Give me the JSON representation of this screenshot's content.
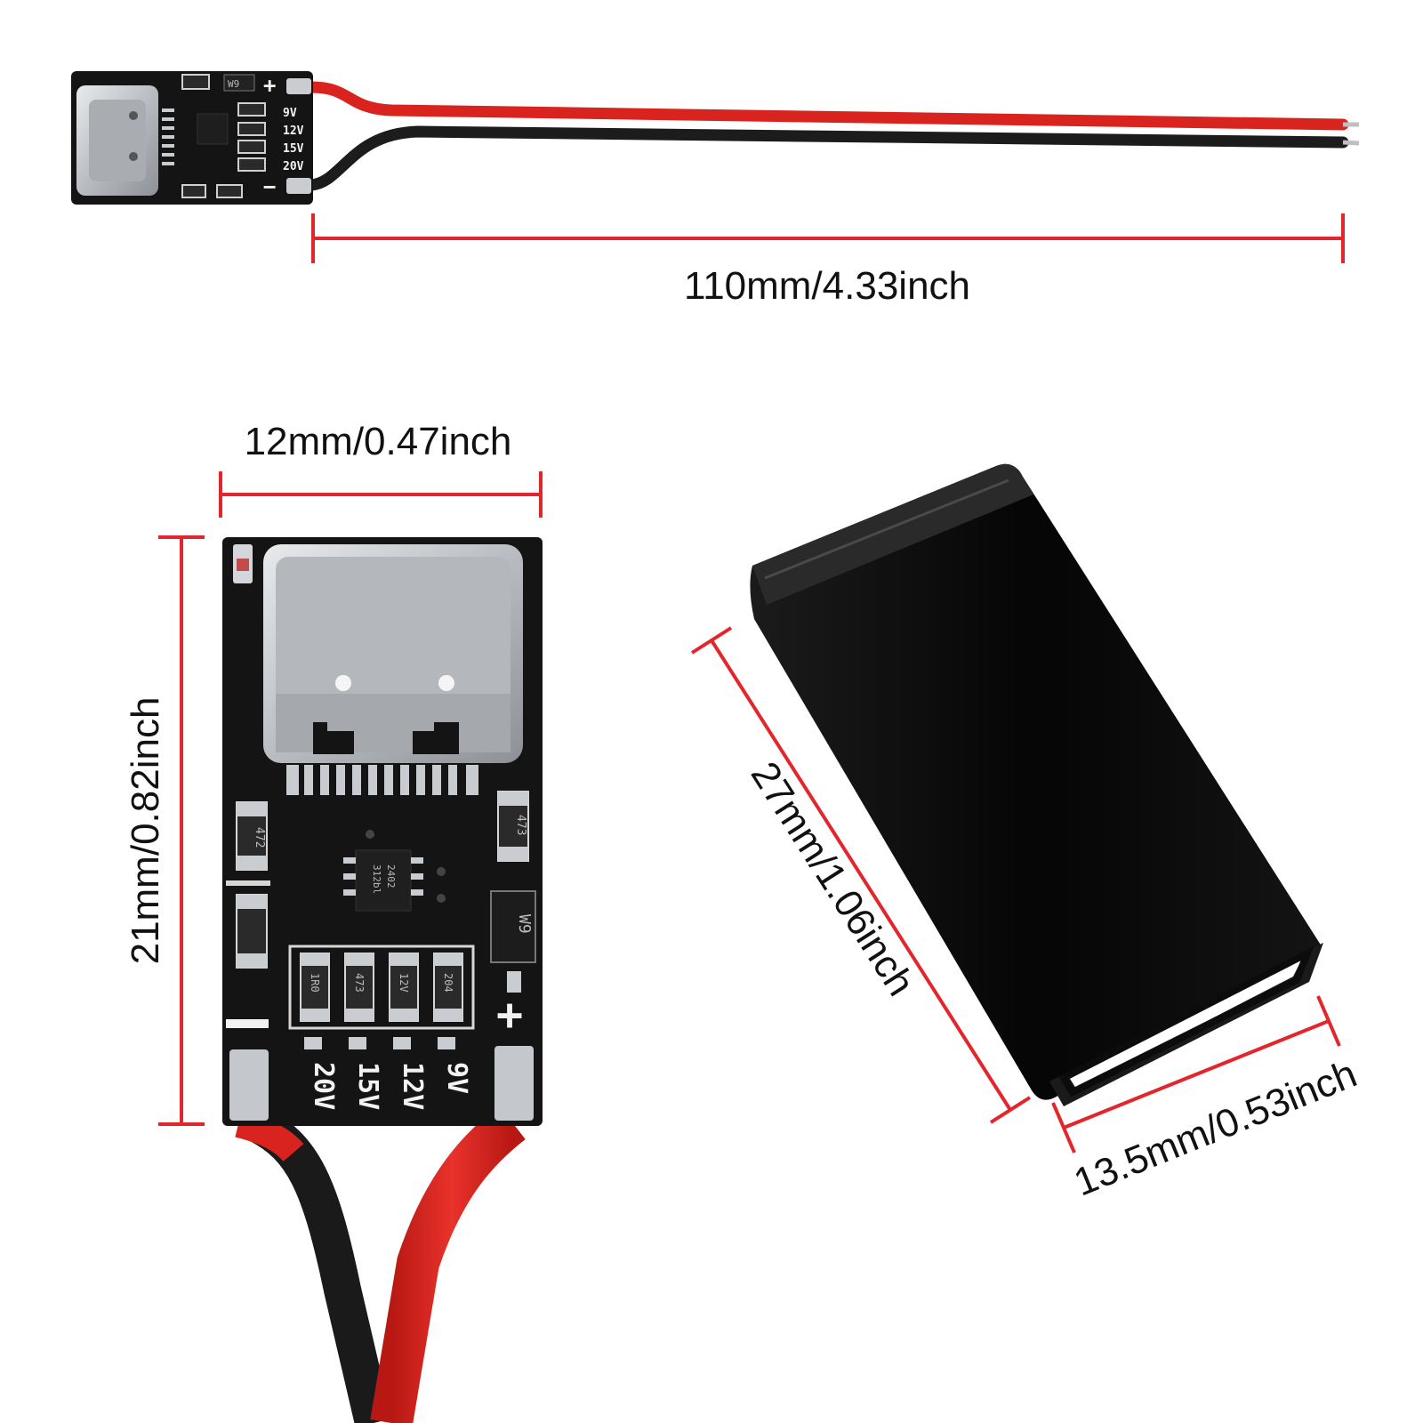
{
  "dimensions": {
    "cable_length": "110mm/4.33inch",
    "board_width": "12mm/0.47inch",
    "board_length": "21mm/0.82inch",
    "case_length": "27mm/1.06inch",
    "case_width": "13.5mm/0.53inch"
  },
  "board_markings": {
    "plus": "+",
    "minus": "−",
    "v9": "9V",
    "v12": "12V",
    "v15": "15V",
    "v20": "20V",
    "r472": "472",
    "r473": "473",
    "r473b": "473",
    "r1r0": "1R0",
    "r12v": "12V",
    "r204": "204",
    "chip": "312bl",
    "chip2": "2402",
    "diode": "W9"
  },
  "colors": {
    "dimension_line": "#e3262b",
    "pcb": "#141414",
    "wire_red": "#d8231f",
    "wire_black": "#1a1a1a",
    "connector": "#c9ccd0",
    "case": "#0d0d0d"
  }
}
